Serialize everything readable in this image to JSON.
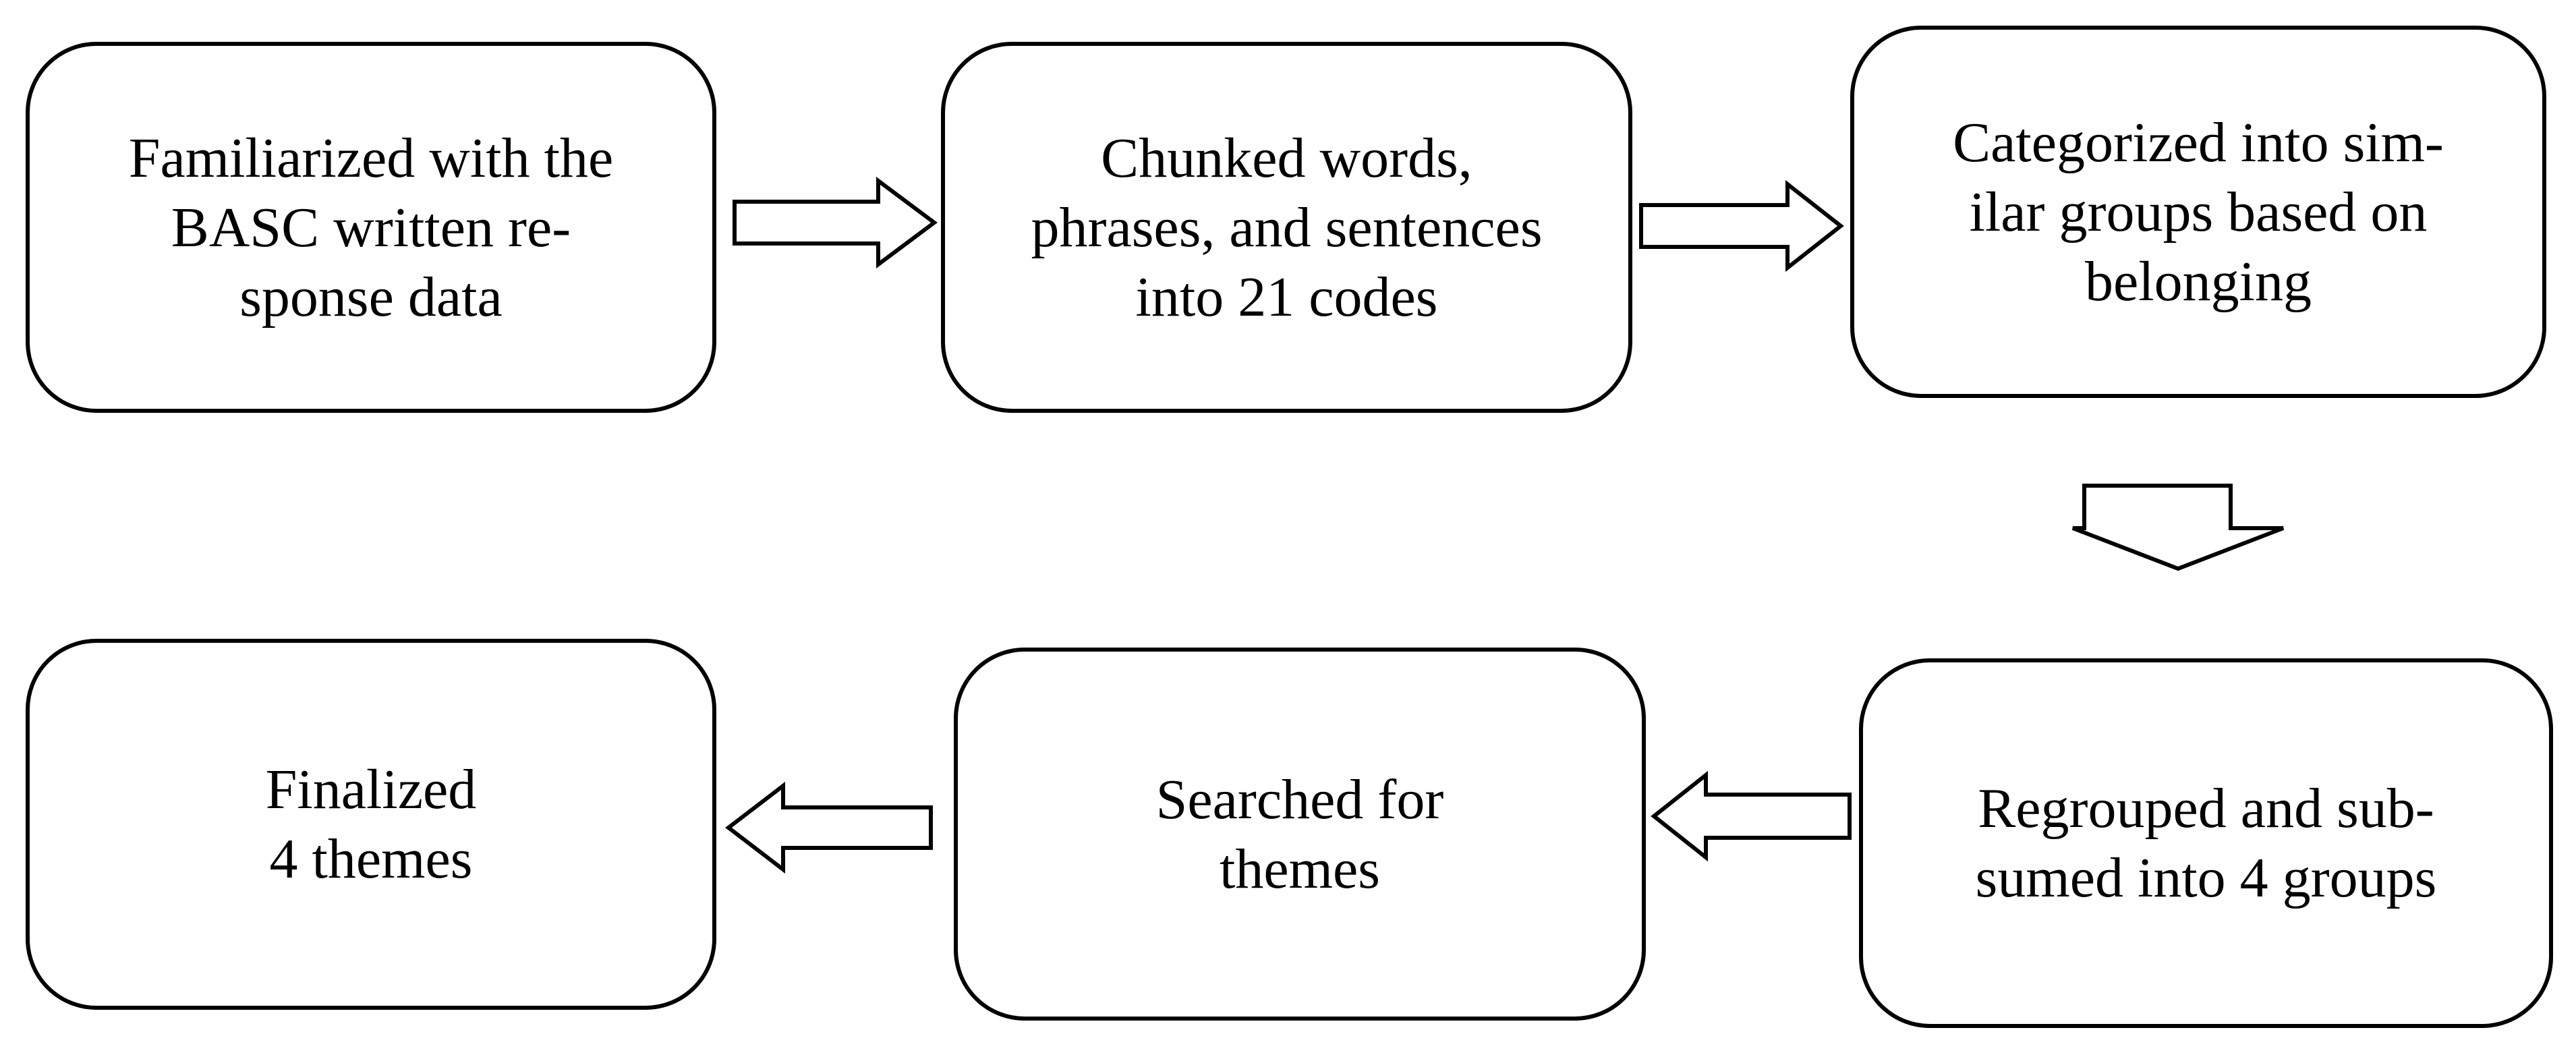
{
  "steps": [
    {
      "id": "familiarized",
      "text": "Familiarized with the\nBASC written re-\nsponse data"
    },
    {
      "id": "chunked",
      "text": "Chunked words,\nphrases, and sentences\ninto 21 codes"
    },
    {
      "id": "categorized",
      "text": "Categorized into sim-\nilar groups based on\nbelonging"
    },
    {
      "id": "regrouped",
      "text": "Regrouped and sub-\nsumed into 4 groups"
    },
    {
      "id": "searched",
      "text": "Searched for\nthemes"
    },
    {
      "id": "finalized",
      "text": "Finalized\n4 themes"
    }
  ],
  "colors": {
    "stroke": "#000000",
    "fill": "#ffffff",
    "text": "#000000"
  }
}
